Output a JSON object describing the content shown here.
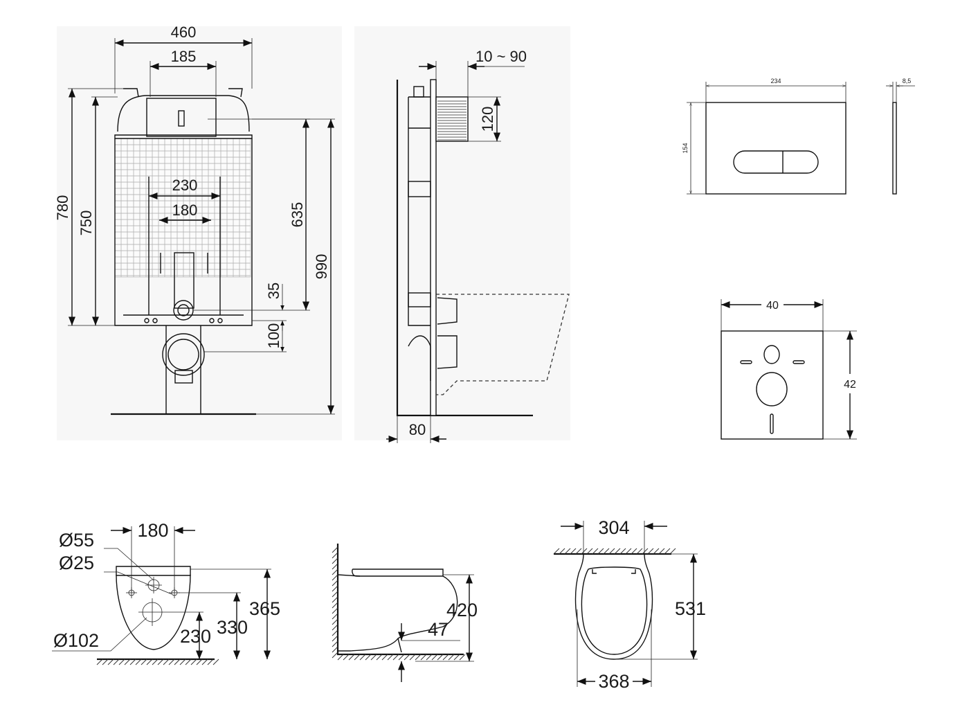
{
  "frame_front": {
    "width_total": "460",
    "width_top": "185",
    "width_inner": "230",
    "width_bolt": "180",
    "height_780": "780",
    "height_750": "750",
    "height_635": "635",
    "height_990": "990",
    "dim_35": "35",
    "dim_100": "100"
  },
  "frame_side": {
    "depth_adjust": "10 ~ 90",
    "plate_height": "120",
    "depth": "80"
  },
  "flush_plate": {
    "width": "234",
    "height": "154",
    "thickness": "8,5"
  },
  "sound_pad": {
    "width": "40",
    "height": "42"
  },
  "bowl_front": {
    "d55": "Ø55",
    "d25": "Ø25",
    "d102": "Ø102",
    "w180": "180",
    "h365": "365",
    "h330": "330",
    "h230": "230"
  },
  "bowl_side": {
    "h420": "420",
    "d47": "47"
  },
  "bowl_top": {
    "w304": "304",
    "w368": "368",
    "l531": "531"
  }
}
